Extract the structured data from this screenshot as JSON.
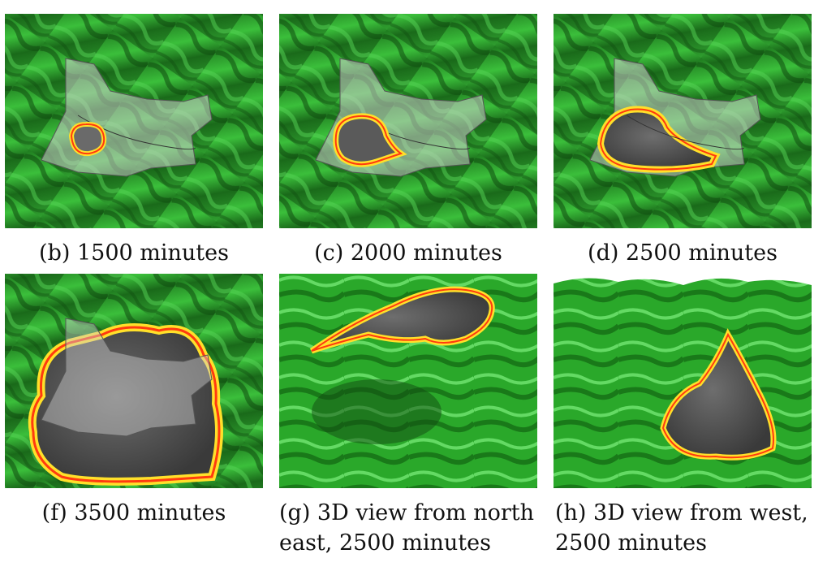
{
  "figure": {
    "panels": [
      {
        "label": "(b) 1500 minutes"
      },
      {
        "label": "(c) 2000 minutes"
      },
      {
        "label": "(d) 2500 minutes"
      },
      {
        "label": "(f) 3500 minutes"
      },
      {
        "label_line1": "(g) 3D view from north",
        "label_line2": "east, 2500 minutes"
      },
      {
        "label_line1": "(h) 3D view from west,",
        "label_line2": "2500 minutes"
      }
    ],
    "colors": {
      "terrain": "#2f9e2f",
      "terrain_dark": "#145a14",
      "burned": "#5a5a5a",
      "front_outer": "#ff3a10",
      "front_inner": "#ffe02a",
      "area_overlay": "#c8c8c8"
    }
  }
}
